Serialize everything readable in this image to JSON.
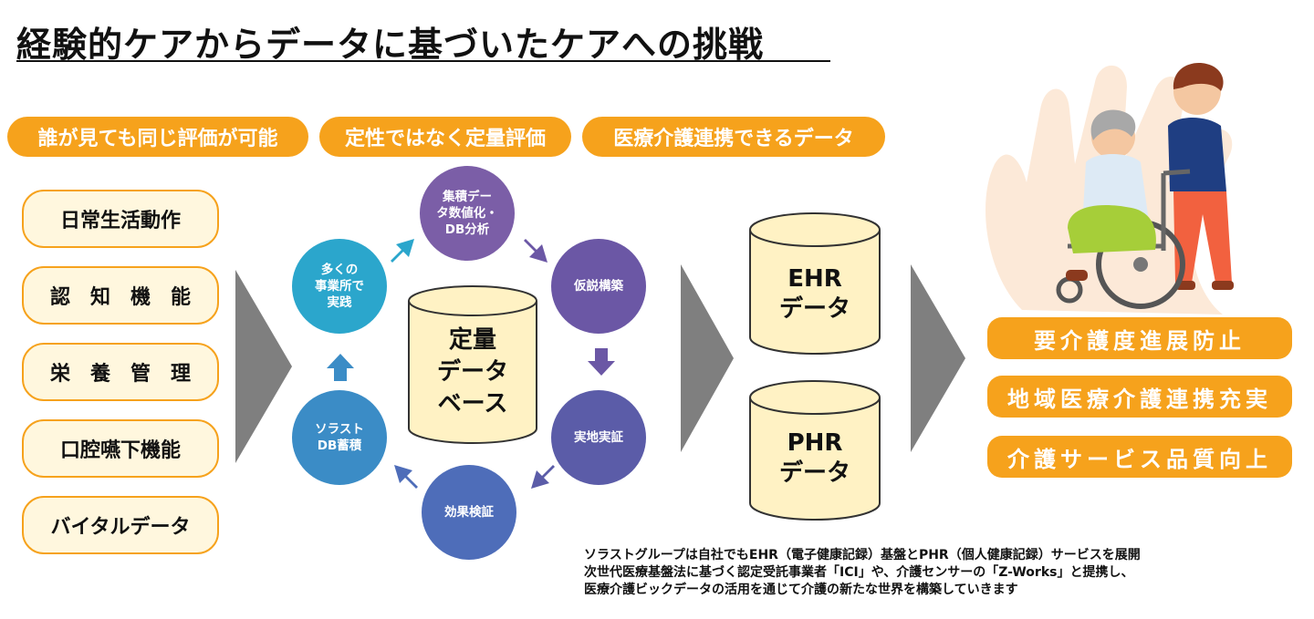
{
  "title": "経験的ケアからデータに基づいたケアへの挑戦",
  "top_pills": [
    "誰が見ても同じ評価が可能",
    "定性ではなく定量評価",
    "医療介護連携できるデータ"
  ],
  "left_items": [
    "日常生活動作",
    "認　知　機　能",
    "栄　養　管　理",
    "口腔嚥下機能",
    "バイタルデータ"
  ],
  "cycle": {
    "steps": [
      {
        "label": "集積デー\nタ数値化・\nDB分析",
        "color": "#7B5EA7"
      },
      {
        "label": "仮説構築",
        "color": "#6B57A5"
      },
      {
        "label": "実地実証",
        "color": "#5B5CA8"
      },
      {
        "label": "効果検証",
        "color": "#4E6DB9"
      },
      {
        "label": "ソラスト\nDB蓄積",
        "color": "#3B8CC6"
      },
      {
        "label": "多くの\n事業所で\n実践",
        "color": "#2BA6CC"
      }
    ],
    "center_db": "定量\nデータ\nベース"
  },
  "databases": [
    {
      "label": "EHR\nデータ"
    },
    {
      "label": "PHR\nデータ"
    }
  ],
  "outcomes": [
    "要介護度進展防止",
    "地域医療介護連携充実",
    "介護サービス品質向上"
  ],
  "footer_lines": [
    "ソラストグループは自社でもEHR（電子健康記録）基盤とPHR（個人健康記録）サービスを展開",
    "次世代医療基盤法に基づく認定受託事業者「ICI」や、介護センサーの「Z-Works」と提携し、",
    "医療介護ビックデータの活用を通じて介護の新たな世界を構築していきます"
  ],
  "colors": {
    "accent_orange": "#F6A21C",
    "left_item_fill": "#FFF7DE",
    "chevron_gray": "#7F7F7F",
    "db_fill": "#FFF2C4"
  }
}
